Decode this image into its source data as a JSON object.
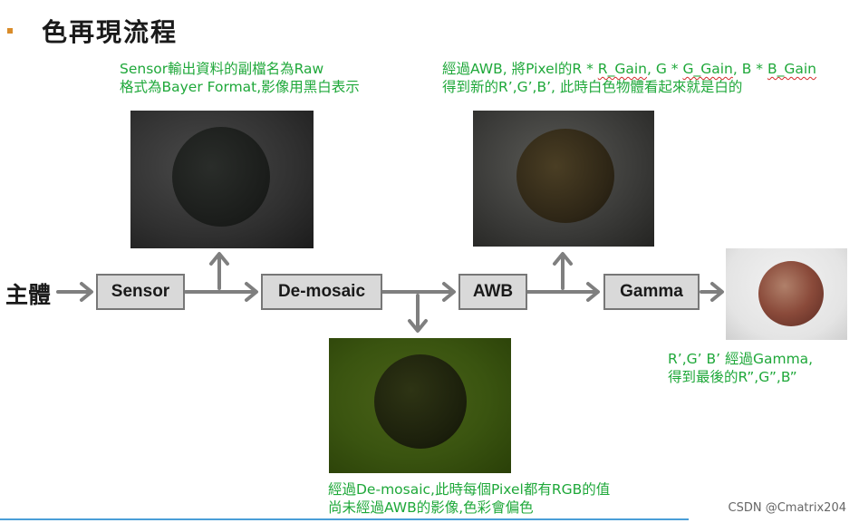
{
  "title": "色再現流程",
  "subject_label": "主體",
  "boxes": {
    "sensor": "Sensor",
    "demosaic": "De-mosaic",
    "awb": "AWB",
    "gamma": "Gamma"
  },
  "notes": {
    "sensor": [
      "Sensor輸出資料的副檔名為Raw",
      "格式為Bayer Format,影像用黑白表示"
    ],
    "awb_line1_prefix": "經過AWB, 將Pixel的R * ",
    "awb_line1_g1": "R_Gain",
    "awb_line1_mid1": ", G * ",
    "awb_line1_g2": "G_Gain",
    "awb_line1_mid2": ", B * ",
    "awb_line1_g3": "B_Gain",
    "awb_line2": "得到新的R’,G’,B’, 此時白色物體看起來就是白的",
    "gamma": [
      "R’,G’ B’ 經過Gamma,",
      "得到最後的R”,G”,B”"
    ],
    "demosaic": [
      "經過De-mosaic,此時每個Pixel都有RGB的值",
      "尚未經過AWB的影像,色彩會偏色"
    ]
  },
  "watermark": "CSDN @Cmatrix204",
  "colors": {
    "note_green": "#1fa83a",
    "box_fill": "#d9d9d9",
    "arrow_gray": "#7f7f7f"
  }
}
